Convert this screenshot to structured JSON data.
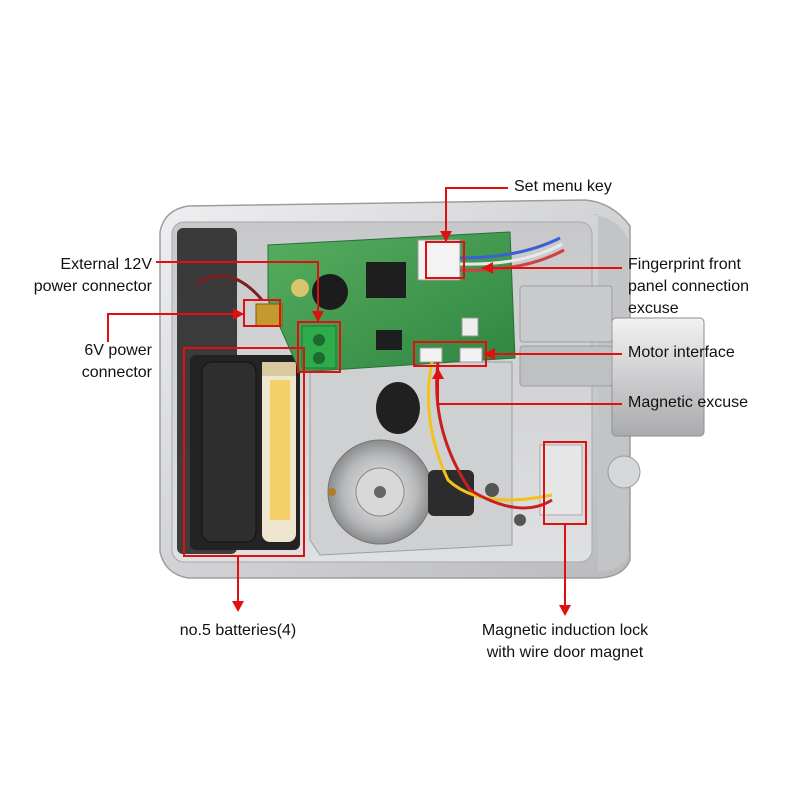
{
  "labels": {
    "set_menu_key": [
      "Set menu key"
    ],
    "external_12v": [
      "External 12V",
      "power connector"
    ],
    "fingerprint": [
      "Fingerprint front",
      "panel connection",
      "excuse"
    ],
    "six_v": [
      "6V power",
      "connector"
    ],
    "motor_interface": [
      "Motor interface"
    ],
    "magnetic_excuse": [
      "Magnetic excuse"
    ],
    "batteries": [
      "no.5 batteries(4)"
    ],
    "induction_lock": [
      "Magnetic induction lock",
      "with wire door magnet"
    ]
  },
  "colors": {
    "callout_line": "#e01010",
    "housing": "#d9dadc",
    "pcb": "#3f9a4c",
    "battery": "#222222",
    "terminal": "#2eab4a"
  }
}
